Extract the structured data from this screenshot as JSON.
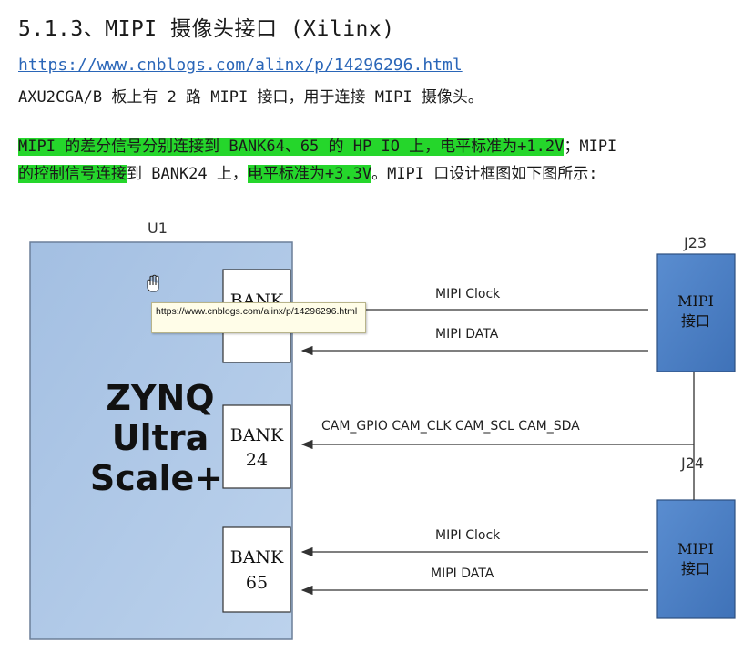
{
  "heading": "5.1.3、MIPI 摄像头接口 (Xilinx)",
  "link": "https://www.cnblogs.com/alinx/p/14296296.html",
  "intro": "AXU2CGA/B 板上有 2 路 MIPI 接口，用于连接 MIPI 摄像头。",
  "paragraph": {
    "l1_hl": "MIPI 的差分信号分别连接到 BANK64、65 的 HP  IO 上，电平标准为+1.2V",
    "l1_rest": "；MIPI",
    "l2_hl1": "的控制信号连接",
    "l2_mid": "到 BANK24 上，",
    "l2_hl2": "电平标准为+3.3V",
    "l2_rest": "。MIPI 口设计框图如下图所示:"
  },
  "diagram": {
    "u1_label": "U1",
    "chip": {
      "line1": "ZYNQ",
      "line2": "Ultra",
      "line3": "Scale+"
    },
    "bank_top": "BANK",
    "bank24": {
      "l1": "BANK",
      "l2": "24"
    },
    "bank65": {
      "l1": "BANK",
      "l2": "65"
    },
    "j23_label": "J23",
    "j24_label": "J24",
    "conn_top": {
      "l1": "MIPI",
      "l2": "接口"
    },
    "conn_bottom": {
      "l1": "MIPI",
      "l2": "接口"
    },
    "sig_clock_top": "MIPI Clock",
    "sig_data_top": "MIPI DATA",
    "sig_cam": "CAM_GPIO  CAM_CLK  CAM_SCL  CAM_SDA",
    "sig_clock_bottom": "MIPI Clock",
    "sig_data_bottom": "MIPI DATA",
    "colors": {
      "chip_fill": "#a9c4e4",
      "conn_fill": "#4a7fc3",
      "highlight": "#25d62b"
    }
  },
  "tooltip": "https://www.cnblogs.com/alinx/p/14296296.html",
  "cursor_icon": "hand-pointer-icon"
}
